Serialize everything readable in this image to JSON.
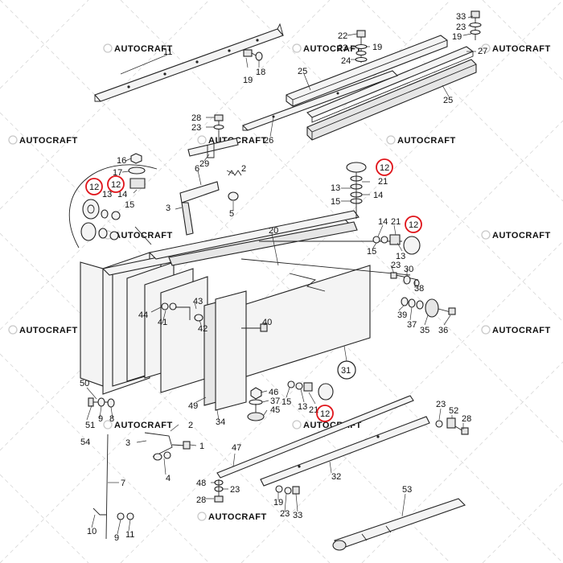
{
  "watermark": {
    "text": "AUTOCRAFT",
    "count": 13
  },
  "colors": {
    "highlight": "#e0141a",
    "ink": "#222222",
    "watermark": "#c9c9c9"
  },
  "labels": [
    "11",
    "19",
    "18",
    "22",
    "23",
    "24",
    "19",
    "33",
    "23",
    "19",
    "27",
    "25",
    "25",
    "28",
    "23",
    "26",
    "29",
    "16",
    "17",
    "12",
    "12",
    "13",
    "14",
    "15",
    "6",
    "2",
    "3",
    "5",
    "12",
    "21",
    "13",
    "14",
    "15",
    "14",
    "21",
    "13",
    "15",
    "12",
    "20",
    "23",
    "30",
    "38",
    "44",
    "41",
    "43",
    "42",
    "40",
    "39",
    "37",
    "35",
    "36",
    "31",
    "50",
    "9",
    "8",
    "51",
    "54",
    "46",
    "37",
    "45",
    "15",
    "13",
    "21",
    "12",
    "2",
    "1",
    "3",
    "4",
    "34",
    "49",
    "47",
    "23",
    "52",
    "28",
    "7",
    "48",
    "23",
    "28",
    "19",
    "23",
    "33",
    "32",
    "53",
    "10",
    "9",
    "11"
  ]
}
